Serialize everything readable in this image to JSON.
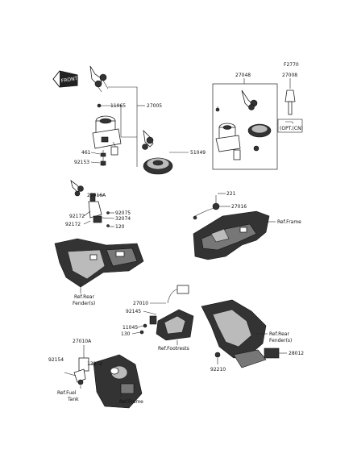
{
  "labels": {
    "front": "FRONT",
    "f2770": "F2770",
    "p27005": "27005",
    "p11065": "11065",
    "p461": "461",
    "p92153": "92153",
    "p51049": "51049",
    "p27048": "27048",
    "p27008": "27008",
    "opt_cn": "(OPT.(CN)",
    "p27016A": "27016A",
    "p92075": "92075",
    "p92172a": "92172",
    "p32074": "32074",
    "p92172b": "92172",
    "p120": "120",
    "p221": "221",
    "p27016": "27016",
    "ref_frame1": "Ref.Frame",
    "ref_rear_fender1_a": "Ref.Rear",
    "ref_rear_fender1_b": "Fender(s)",
    "p27010": "27010",
    "p92145": "92145",
    "p11045": "11045",
    "p130": "130",
    "ref_footrests": "Ref.Footrests",
    "ref_rear_fender2_a": "Ref.Rear",
    "ref_rear_fender2_b": "Fender(s)",
    "p28012": "28012",
    "p92210": "92210",
    "p27010A": "27010A",
    "p92154": "92154",
    "p13272": "13272",
    "ref_fuel_a": "Ref.Fuel",
    "ref_fuel_b": "Tank",
    "ref_frame2": "Ref.Frame"
  }
}
